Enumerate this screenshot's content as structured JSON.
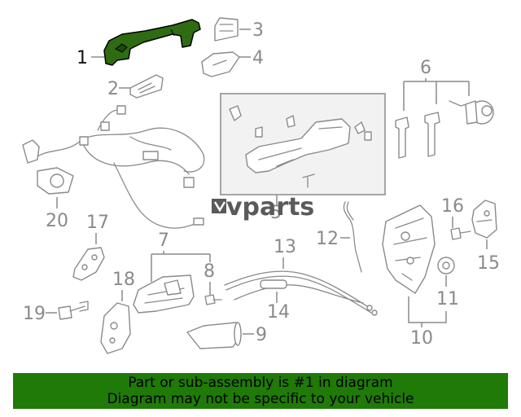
{
  "watermark": "vparts",
  "callouts": {
    "c1": "1",
    "c2": "2",
    "c3": "3",
    "c4": "4",
    "c5": "5",
    "c6": "6",
    "c7": "7",
    "c8": "8",
    "c9": "9",
    "c10": "10",
    "c11": "11",
    "c12": "12",
    "c13": "13",
    "c14": "14",
    "c15": "15",
    "c16": "16",
    "c17": "17",
    "c18": "18",
    "c19": "19",
    "c20": "20"
  },
  "highlighted_part": "1",
  "colors": {
    "highlight_fill": "#2f6b12",
    "banner_background": "#1f7a08",
    "line_gray": "#8a8a8a"
  },
  "banner": {
    "line1": "Part or sub-assembly is #1 in diagram",
    "line2": "Diagram may not be specific to your vehicle"
  }
}
